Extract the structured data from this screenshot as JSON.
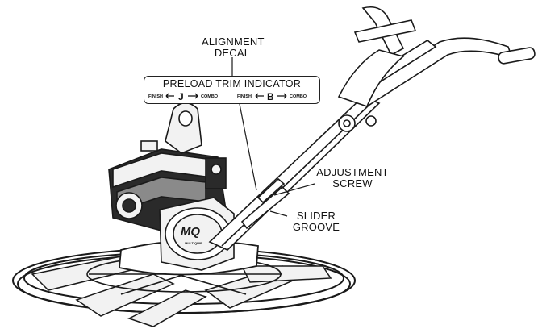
{
  "callouts": {
    "alignment_decal": [
      "ALIGNMENT",
      "DECAL"
    ],
    "adjustment_screw": [
      "ADJUSTMENT",
      "SCREW"
    ],
    "slider_groove": [
      "SLIDER",
      "GROOVE"
    ]
  },
  "decal": {
    "title": "PRELOAD TRIM INDICATOR",
    "left_group": {
      "from": "FINISH",
      "letter": "J",
      "to": "COMBO"
    },
    "right_group": {
      "from": "FINISH",
      "letter": "B",
      "to": "COMBO"
    }
  },
  "engine_logo": "MQ",
  "engine_brand": "MULTIQUIP",
  "colors": {
    "line": "#1a1a1a",
    "fill_light": "#f2f2f2",
    "fill_dark": "#2a2a2a",
    "fill_mid": "#8a8a8a"
  }
}
